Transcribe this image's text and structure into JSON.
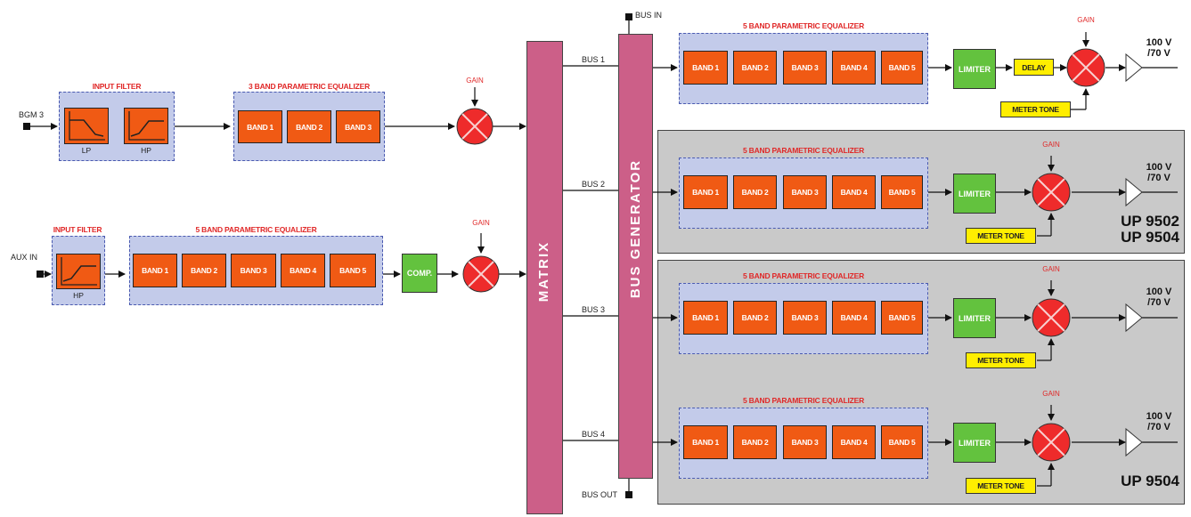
{
  "inputs": {
    "bgm": {
      "io_label": "BGM 3",
      "filter_title": "INPUT FILTER",
      "lp_label": "LP",
      "hp_label": "HP",
      "eq_title": "3 BAND PARAMETRIC EQUALIZER",
      "bands": [
        "BAND 1",
        "BAND 2",
        "BAND 3"
      ],
      "gain_label": "GAIN"
    },
    "aux": {
      "io_label": "AUX IN",
      "filter_title": "INPUT FILTER",
      "hp_label": "HP",
      "eq_title": "5 BAND PARAMETRIC EQUALIZER",
      "bands": [
        "BAND 1",
        "BAND 2",
        "BAND 3",
        "BAND 4",
        "BAND 5"
      ],
      "comp_label": "COMP.",
      "gain_label": "GAIN"
    }
  },
  "matrix_label": "MATRIX",
  "bus_generator_label": "BUS GENERATOR",
  "bus_in_label": "BUS IN",
  "bus_out_label": "BUS OUT",
  "buses": [
    {
      "bus_label": "BUS 1",
      "eq_title": "5 BAND PARAMETRIC EQUALIZER",
      "bands": [
        "BAND 1",
        "BAND 2",
        "BAND 3",
        "BAND 4",
        "BAND 5"
      ],
      "limiter": "LIMITER",
      "delay": "DELAY",
      "meter_tone": "METER TONE",
      "gain": "GAIN",
      "v100": "100 V",
      "v70": "/70 V"
    },
    {
      "bus_label": "BUS 2",
      "eq_title": "5 BAND PARAMETRIC EQUALIZER",
      "bands": [
        "BAND 1",
        "BAND 2",
        "BAND 3",
        "BAND 4",
        "BAND 5"
      ],
      "limiter": "LIMITER",
      "meter_tone": "METER TONE",
      "gain": "GAIN",
      "v100": "100 V",
      "v70": "/70 V"
    },
    {
      "bus_label": "BUS 3",
      "eq_title": "5 BAND PARAMETRIC EQUALIZER",
      "bands": [
        "BAND 1",
        "BAND 2",
        "BAND 3",
        "BAND 4",
        "BAND 5"
      ],
      "limiter": "LIMITER",
      "meter_tone": "METER TONE",
      "gain": "GAIN",
      "v100": "100 V",
      "v70": "/70 V"
    },
    {
      "bus_label": "BUS 4",
      "eq_title": "5 BAND PARAMETRIC EQUALIZER",
      "bands": [
        "BAND 1",
        "BAND 2",
        "BAND 3",
        "BAND 4",
        "BAND 5"
      ],
      "limiter": "LIMITER",
      "meter_tone": "METER TONE",
      "gain": "GAIN",
      "v100": "100 V",
      "v70": "/70 V"
    }
  ],
  "models": {
    "panel_a_line1": "UP 9502",
    "panel_a_line2": "UP 9504",
    "panel_b": "UP 9504"
  },
  "colors": {
    "band_fill": "#f05a14",
    "group_fill": "#c3cbea",
    "matrix_fill": "#cc5f88",
    "limiter_fill": "#63c23e",
    "tone_fill": "#ffee00",
    "gain_fill": "#ee2b2b",
    "panel_fill": "#c9c9c9",
    "title_text": "#e02828"
  }
}
